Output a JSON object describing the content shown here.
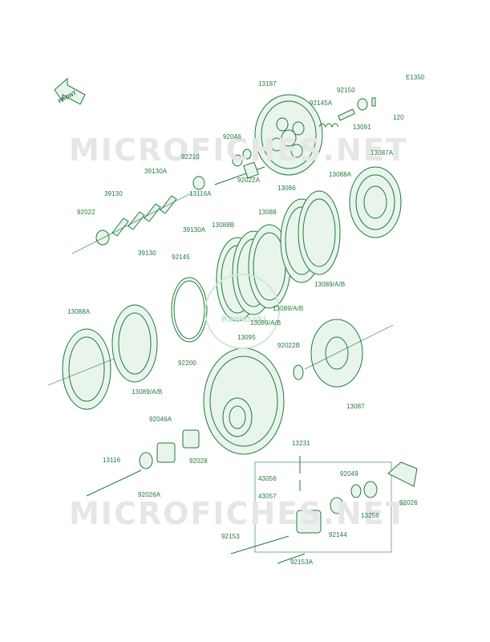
{
  "diagram": {
    "code": "E1350",
    "front_label": "FRONT",
    "watermark": "MICROFICHES.NET",
    "brand": "Kawasaki",
    "parts": [
      {
        "id": "p13187",
        "label": "13187"
      },
      {
        "id": "p92150",
        "label": "92150"
      },
      {
        "id": "p92145A",
        "label": "92145A"
      },
      {
        "id": "p120",
        "label": "120"
      },
      {
        "id": "p13091",
        "label": "13091"
      },
      {
        "id": "p92046",
        "label": "92046"
      },
      {
        "id": "p92210",
        "label": "92210"
      },
      {
        "id": "p92022A",
        "label": "92022A"
      },
      {
        "id": "p13116A",
        "label": "13116A"
      },
      {
        "id": "p13087A",
        "label": "13087A"
      },
      {
        "id": "p39130A_1",
        "label": "39130A"
      },
      {
        "id": "p39130_1",
        "label": "39130"
      },
      {
        "id": "p92022",
        "label": "92022"
      },
      {
        "id": "p39130_2",
        "label": "39130"
      },
      {
        "id": "p39130A_2",
        "label": "39130A"
      },
      {
        "id": "p13088A_1",
        "label": "13088A"
      },
      {
        "id": "p13086",
        "label": "13086"
      },
      {
        "id": "p13088",
        "label": "13088"
      },
      {
        "id": "p13088B",
        "label": "13088B"
      },
      {
        "id": "p92145",
        "label": "92145"
      },
      {
        "id": "p13089_1",
        "label": "13089/A/B"
      },
      {
        "id": "p13089_2",
        "label": "13089/A/B"
      },
      {
        "id": "p13089_3",
        "label": "13089/A/B"
      },
      {
        "id": "p13088A_2",
        "label": "13088A"
      },
      {
        "id": "p13095",
        "label": "13095"
      },
      {
        "id": "p92022B",
        "label": "92022B"
      },
      {
        "id": "p92200",
        "label": "92200"
      },
      {
        "id": "p13089_4",
        "label": "13089/A/B"
      },
      {
        "id": "p13087",
        "label": "13087"
      },
      {
        "id": "p92046A",
        "label": "92046A"
      },
      {
        "id": "p13231",
        "label": "13231"
      },
      {
        "id": "p92028",
        "label": "92028"
      },
      {
        "id": "p13116",
        "label": "13116"
      },
      {
        "id": "p43056",
        "label": "43056"
      },
      {
        "id": "p92049",
        "label": "92049"
      },
      {
        "id": "p92026A",
        "label": "92026A"
      },
      {
        "id": "p43057",
        "label": "43057"
      },
      {
        "id": "p13256",
        "label": "13256"
      },
      {
        "id": "p92026",
        "label": "92026"
      },
      {
        "id": "p92144",
        "label": "92144"
      },
      {
        "id": "p92153",
        "label": "92153"
      },
      {
        "id": "p92153A",
        "label": "92153A"
      }
    ]
  }
}
